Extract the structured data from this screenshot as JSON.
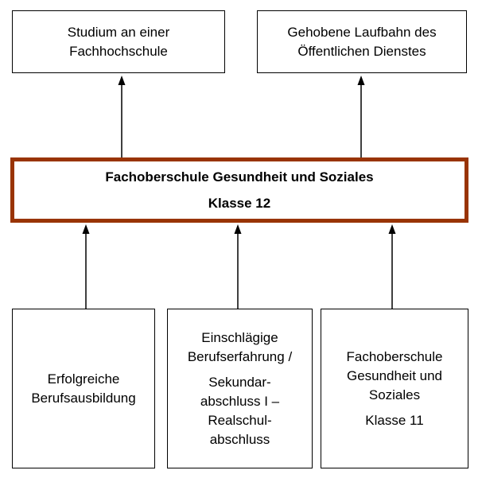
{
  "diagram": {
    "background_color": "#ffffff",
    "accent_border_color": "#993404",
    "nodes": {
      "studium": {
        "text": "Studium an einer\nFachhochschule"
      },
      "laufbahn": {
        "text": "Gehobene Laufbahn des\nÖffentlichen Dienstes"
      },
      "fos12": {
        "title": "Fachoberschule Gesundheit und Soziales",
        "subtitle": "Klasse 12"
      },
      "berufsausbildung": {
        "text": "Erfolgreiche\nBerufsausbildung"
      },
      "berufserfahrung": {
        "para1": "Einschlägige\nBerufserfahrung /",
        "para2": "Sekundar-\nabschluss I –\nRealschul-\nabschluss"
      },
      "fos11": {
        "para1": "Fachoberschule\nGesundheit und\nSoziales",
        "para2": "Klasse 11"
      }
    },
    "edges": [
      {
        "from": "fos12",
        "to": "studium"
      },
      {
        "from": "fos12",
        "to": "laufbahn"
      },
      {
        "from": "berufsausbildung",
        "to": "fos12"
      },
      {
        "from": "berufserfahrung",
        "to": "fos12"
      },
      {
        "from": "fos11",
        "to": "fos12"
      }
    ]
  }
}
